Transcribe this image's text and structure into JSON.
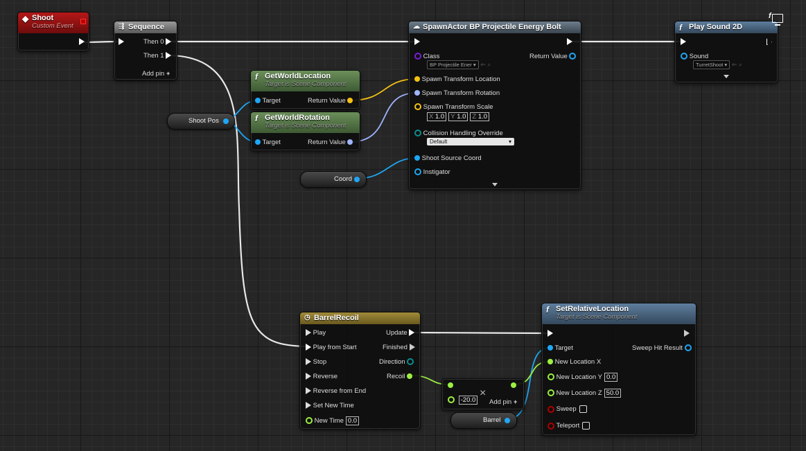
{
  "colors": {
    "exec": "#ffffff",
    "object": "#1ea7f5",
    "vector": "#f5c213",
    "rotator": "#a0b4ff",
    "float": "#9cf042",
    "class": "#7a1ed6",
    "bool": "#9b0000",
    "enum": "#0a6e6e"
  },
  "nodes": {
    "shoot": {
      "title": "Shoot",
      "subtitle": "Custom Event"
    },
    "sequence": {
      "title": "Sequence",
      "then0": "Then 0",
      "then1": "Then 1",
      "add_pin": "Add pin"
    },
    "get_world_location": {
      "title": "GetWorldLocation",
      "subtitle": "Target is Scene Component",
      "target": "Target",
      "return": "Return Value"
    },
    "get_world_rotation": {
      "title": "GetWorldRotation",
      "subtitle": "Target is Scene Component",
      "target": "Target",
      "return": "Return Value"
    },
    "spawn_actor": {
      "title": "SpawnActor BP Projectile Energy Bolt",
      "class_label": "Class",
      "class_value": "BP Projectile Ener",
      "return": "Return Value",
      "loc": "Spawn Transform Location",
      "rot": "Spawn Transform Rotation",
      "scale": "Spawn Transform Scale",
      "sx_label": "X",
      "sx": "1.0",
      "sy_label": "Y",
      "sy": "1.0",
      "sz_label": "Z",
      "sz": "1.0",
      "collision": "Collision Handling Override",
      "collision_value": "Default",
      "source": "Shoot Source Coord",
      "instigator": "Instigator"
    },
    "play_sound": {
      "title": "Play Sound 2D",
      "sound_label": "Sound",
      "sound_value": "TurretShoot"
    },
    "barrel_recoil": {
      "title": "BarrelRecoil",
      "play": "Play",
      "play_from_start": "Play from Start",
      "stop": "Stop",
      "reverse": "Reverse",
      "reverse_from_end": "Reverse from End",
      "set_new_time": "Set New Time",
      "new_time": "New Time",
      "new_time_value": "0.0",
      "update": "Update",
      "finished": "Finished",
      "direction": "Direction",
      "recoil": "Recoil"
    },
    "multiply": {
      "value": "-20.0",
      "add_pin": "Add pin"
    },
    "set_relative_location": {
      "title": "SetRelativeLocation",
      "subtitle": "Target is Scene Component",
      "target": "Target",
      "sweep_hit": "Sweep Hit Result",
      "nx": "New Location X",
      "ny": "New Location Y",
      "ny_value": "0.0",
      "nz": "New Location Z",
      "nz_value": "50.0",
      "sweep": "Sweep",
      "teleport": "Teleport"
    }
  },
  "variables": {
    "shoot_pos": "Shoot Pos",
    "coord": "Coord",
    "barrel": "Barrel"
  }
}
